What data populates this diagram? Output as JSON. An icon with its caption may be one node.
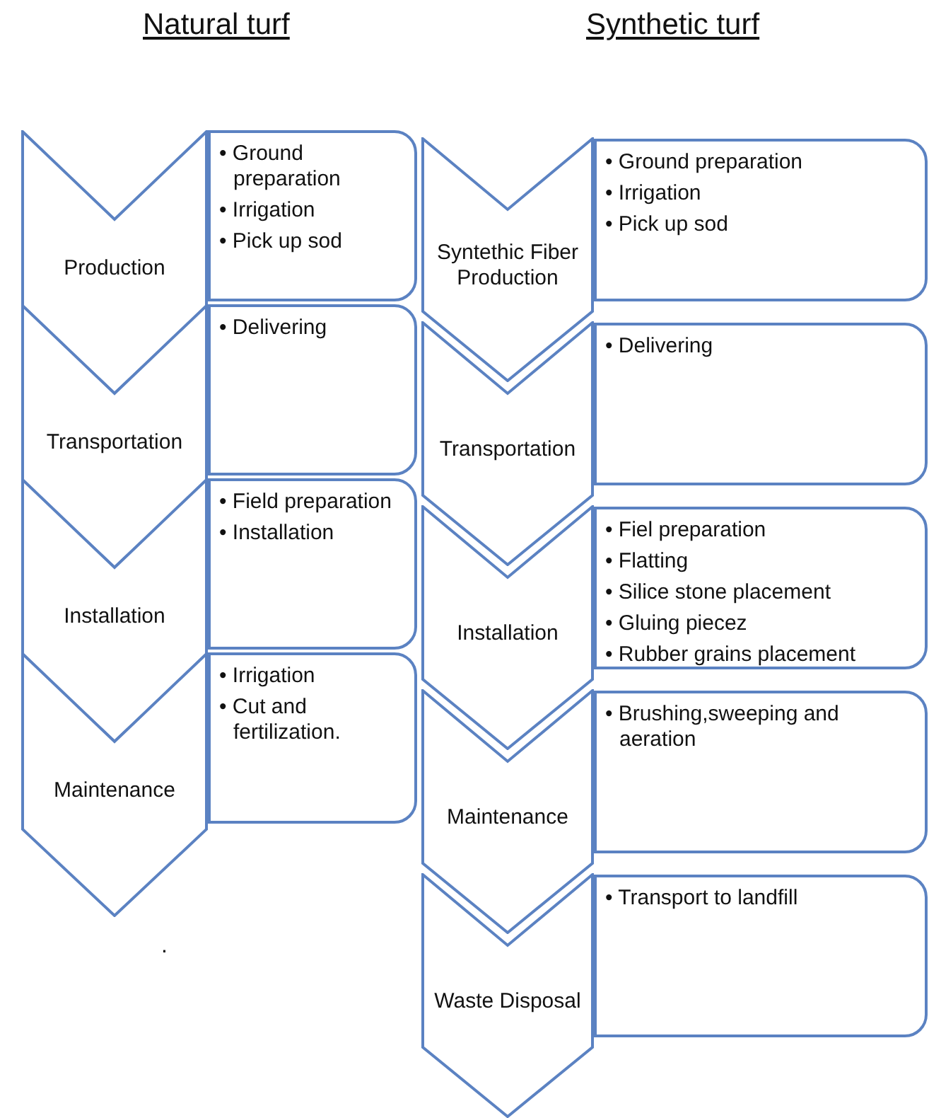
{
  "diagram": {
    "nodes": [
      {
        "text": [
          "Production"
        ]
      },
      {
        "text": [
          "• Ground preparation",
          "• Irrigation",
          "• Pick up sod"
        ]
      },
      {
        "text": [
          "Transportation"
        ]
      },
      {
        "text": [
          "• Delivering"
        ]
      },
      {
        "text": [
          "Installation"
        ]
      },
      {
        "text": [
          "• Field preparation",
          "• Installation"
        ]
      },
      {
        "text": [
          "Maintenance"
        ]
      },
      {
        "text": [
          "• Irrigation",
          "• Cut and fertilization."
        ]
      },
      {
        "text": [
          "Syntethic Fiber Production"
        ]
      },
      {
        "text": [
          "• Ground preparation",
          "• Irrigation",
          "• Pick up sod"
        ]
      },
      {
        "text": [
          "Transportation"
        ]
      },
      {
        "text": [
          "• Delivering"
        ]
      },
      {
        "text": [
          "Installation"
        ]
      },
      {
        "text": [
          "• Fiel preparation",
          "• Flatting",
          "• Silice stone placement",
          "• Gluing piecez",
          "• Rubber grains placement"
        ]
      },
      {
        "text": [
          "Maintenance"
        ]
      },
      {
        "text": [
          "• Brushing,sweeping and aeration"
        ]
      },
      {
        "text": [
          "Waste Disposal"
        ]
      },
      {
        "text": [
          "• Transport to landfill"
        ]
      }
    ],
    "labels": [
      "Natural turf",
      "Synthetic turf",
      "."
    ]
  }
}
